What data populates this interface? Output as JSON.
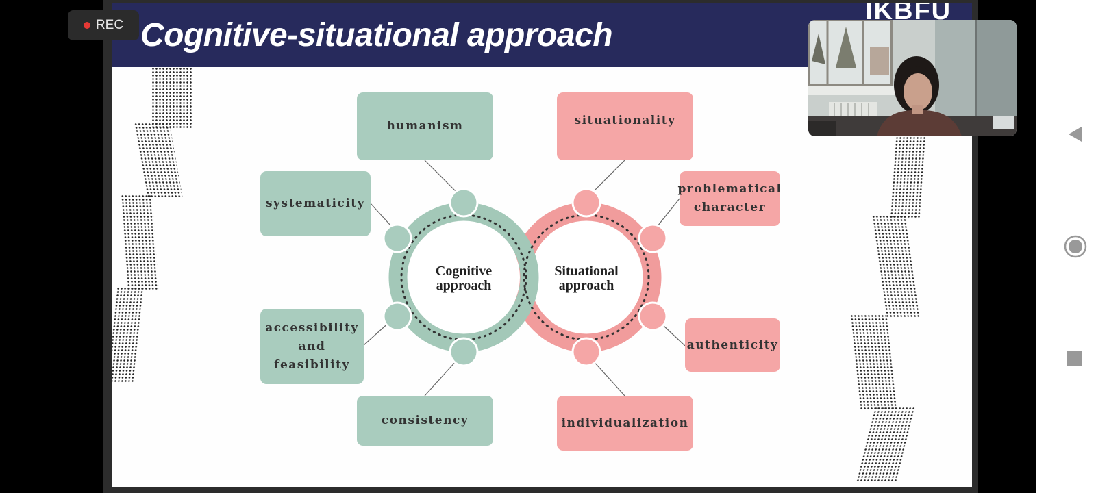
{
  "recording": {
    "label": "REC"
  },
  "slide": {
    "title": "Cognitive-situational approach",
    "logo_text": "IKBFU"
  },
  "diagram": {
    "cognitive_label": [
      "Cognitive",
      "approach"
    ],
    "situational_label": [
      "Situational",
      "approach"
    ],
    "cognitive_principles": [
      {
        "lines": [
          "humanism"
        ]
      },
      {
        "lines": [
          "systematicity"
        ]
      },
      {
        "lines": [
          "accessibility",
          "and",
          "feasibility"
        ]
      },
      {
        "lines": [
          "consistency"
        ]
      }
    ],
    "situational_principles": [
      {
        "lines": [
          "situationality"
        ]
      },
      {
        "lines": [
          "problematical",
          "character"
        ]
      },
      {
        "lines": [
          "authenticity"
        ]
      },
      {
        "lines": [
          "individualization"
        ]
      }
    ],
    "colors": {
      "cognitive": "#a9ccbe",
      "cognitive_ring": "#a3c8b8",
      "situational": "#f5a6a6",
      "situational_ring": "#f19c9c",
      "title_bar": "#272a5c"
    }
  },
  "participant_video": {
    "description_icon": "participant-camera-feed"
  },
  "navigation": {
    "icons": [
      "back-icon",
      "home-icon",
      "recents-icon"
    ]
  }
}
